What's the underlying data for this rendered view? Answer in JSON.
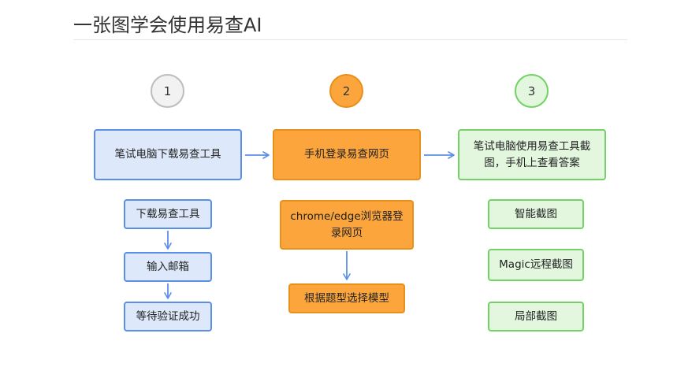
{
  "title": "一张图学会使用易查AI",
  "steps": [
    {
      "number": "1",
      "label": "笔试电脑下载易查工具"
    },
    {
      "number": "2",
      "label": "手机登录易查网页"
    },
    {
      "number": "3",
      "label": "笔试电脑使用易查工具截图，手机上查看答案"
    }
  ],
  "column1_substeps": [
    "下载易查工具",
    "输入邮箱",
    "等待验证成功"
  ],
  "column2_substeps": [
    "chrome/edge浏览器登录网页",
    "根据题型选择模型"
  ],
  "column3_options": [
    "智能截图",
    "Magic远程截图",
    "局部截图"
  ],
  "colors": {
    "blue_fill": "#dde9fb",
    "blue_border": "#5b8ee6",
    "orange_fill": "#fba53c",
    "orange_border": "#e8901c",
    "green_fill": "#e3f7df",
    "green_border": "#74d165",
    "arrow": "#5b8ee6"
  }
}
